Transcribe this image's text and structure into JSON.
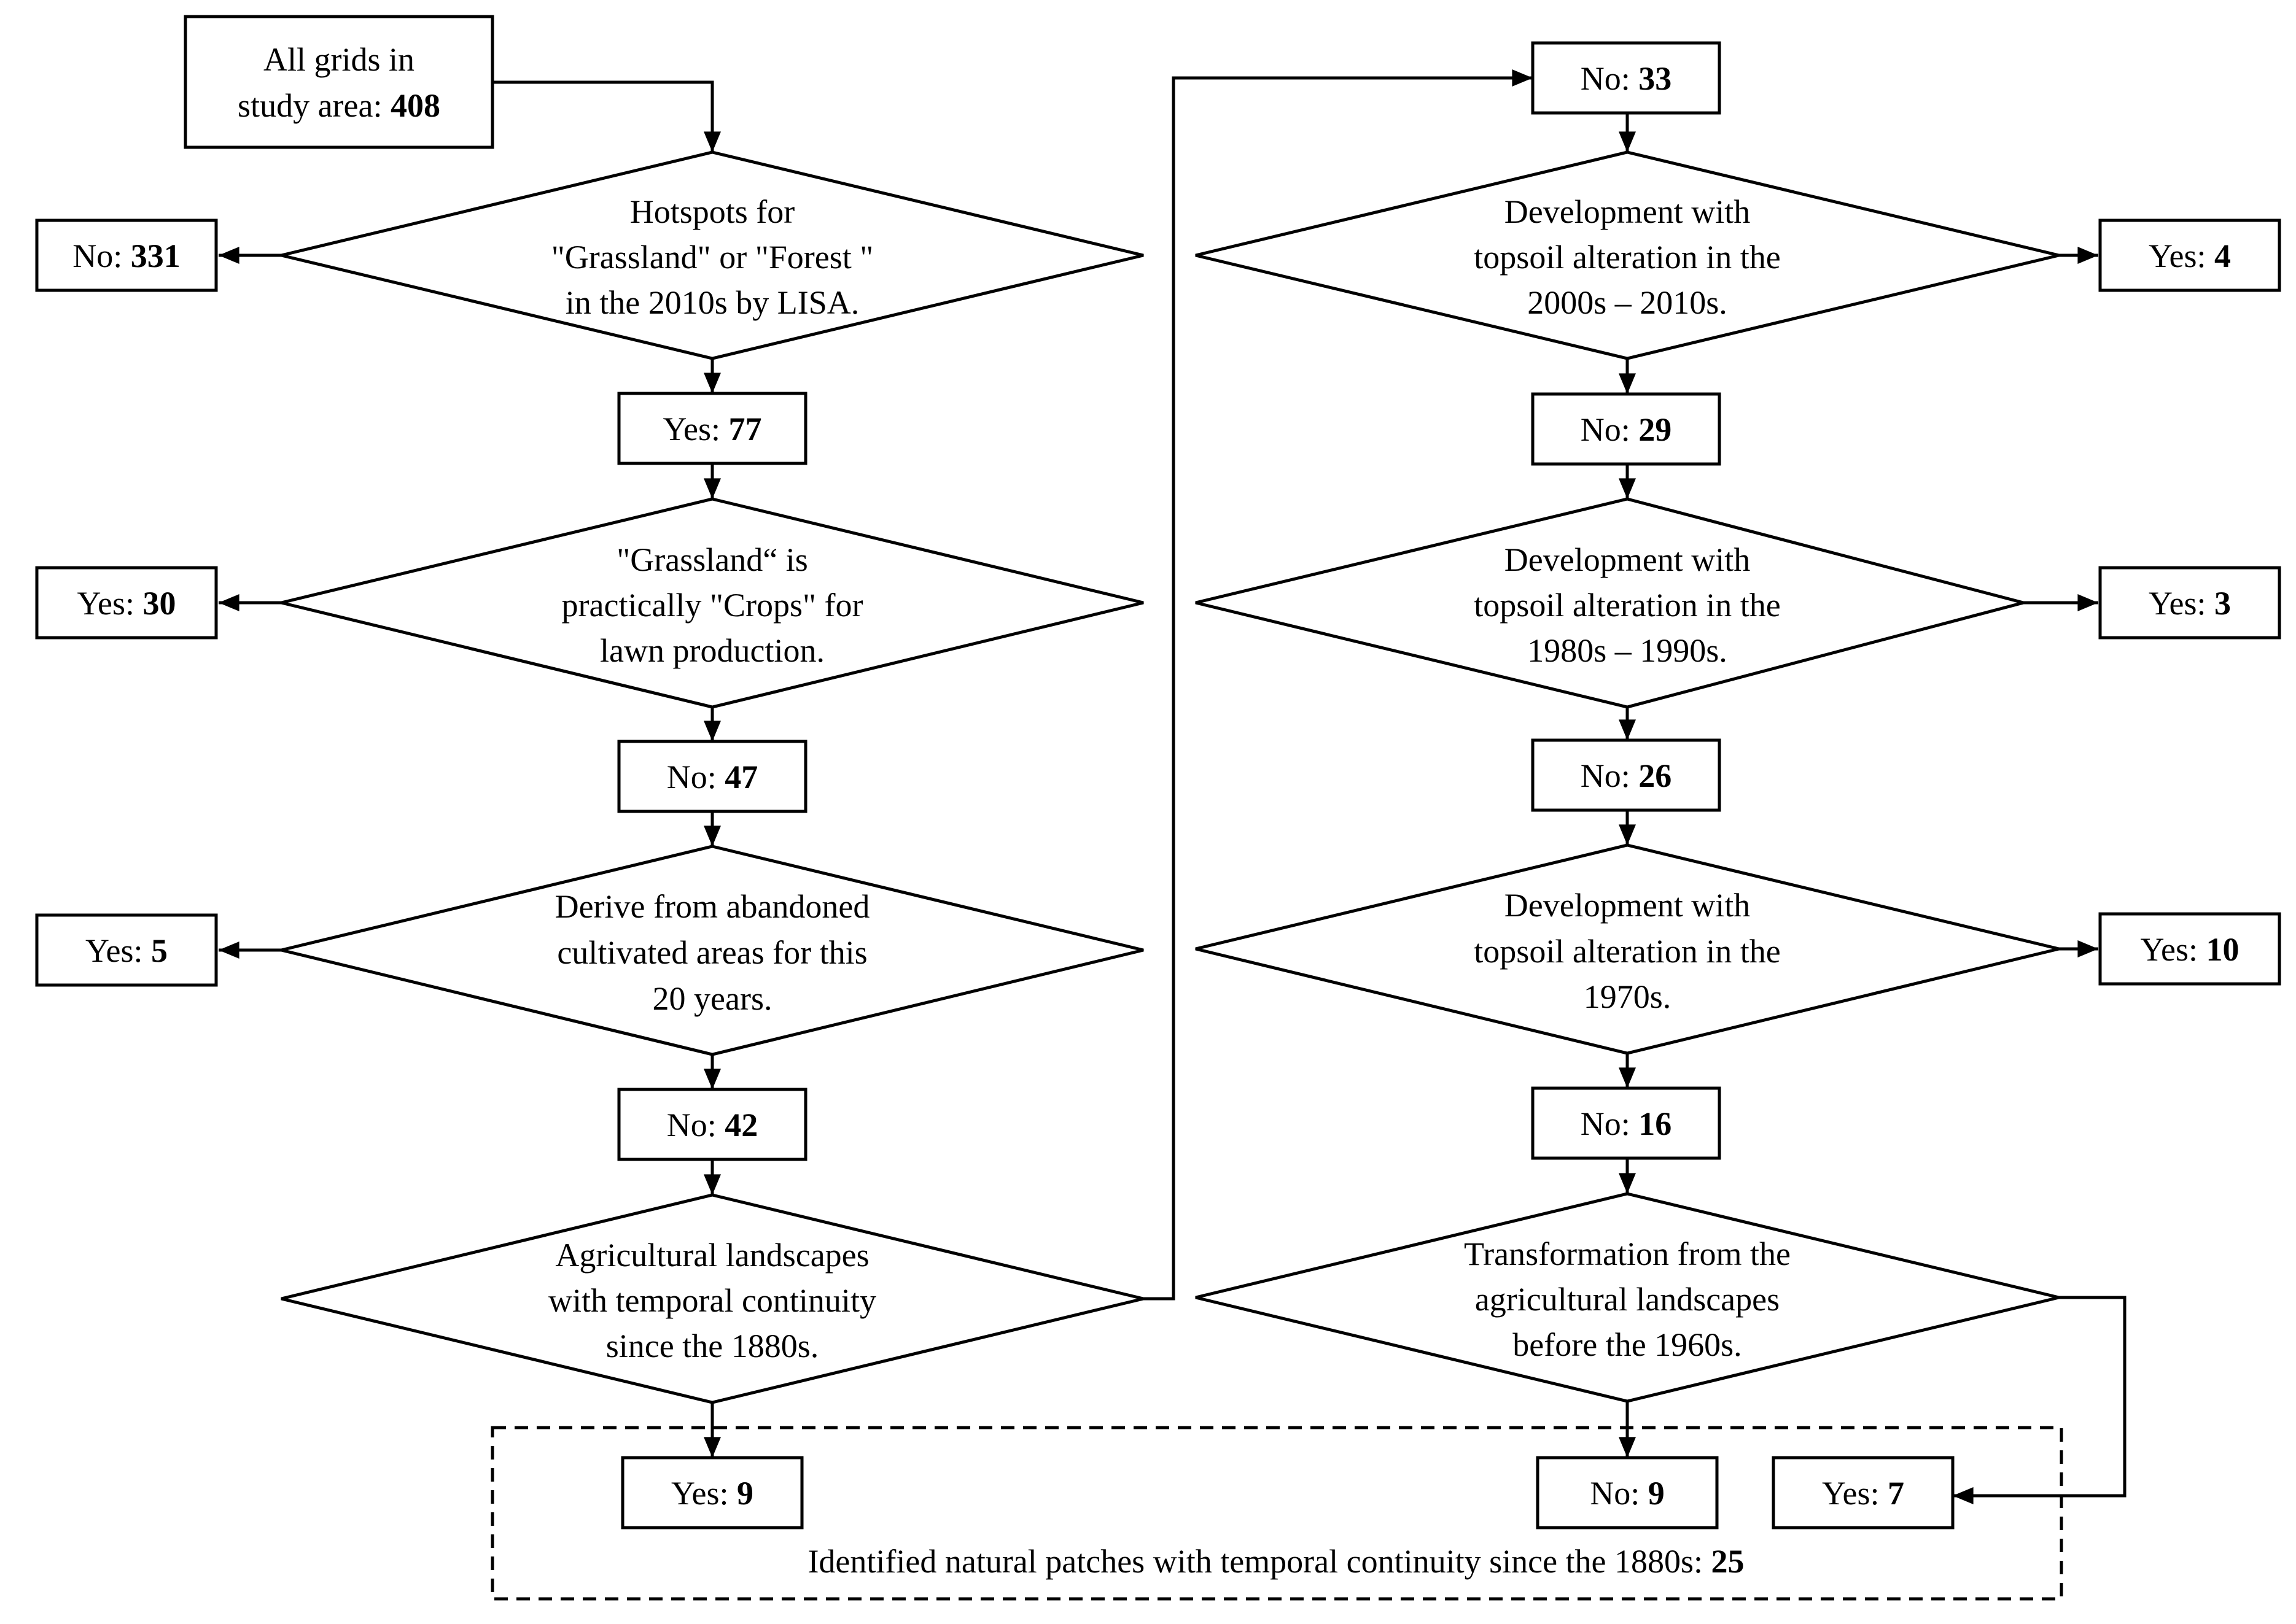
{
  "nodes": {
    "start": {
      "lines": [
        "All grids in",
        "study area: "
      ],
      "count": "408"
    },
    "d1": {
      "lines": [
        "Hotspots for",
        "\"Grassland\" or \"Forest \"",
        "in the 2010s by LISA."
      ]
    },
    "d1_no": {
      "label": "No: ",
      "count": "331"
    },
    "d1_yes": {
      "label": "Yes: ",
      "count": "77"
    },
    "d2": {
      "lines": [
        "\"Grassland“ is",
        "practically \"Crops\" for",
        "lawn production."
      ]
    },
    "d2_yes": {
      "label": "Yes: ",
      "count": "30"
    },
    "d2_no": {
      "label": "No: ",
      "count": "47"
    },
    "d3": {
      "lines": [
        "Derive from abandoned",
        "cultivated areas for this",
        "20 years."
      ]
    },
    "d3_yes": {
      "label": "Yes: ",
      "count": "5"
    },
    "d3_no": {
      "label": "No: ",
      "count": "42"
    },
    "d4": {
      "lines": [
        "Agricultural landscapes",
        "with temporal continuity",
        "since the 1880s."
      ]
    },
    "d4_yes": {
      "label": "Yes: ",
      "count": "9"
    },
    "d4_no": {
      "label": "No: ",
      "count": "33"
    },
    "d5": {
      "lines": [
        "Development with",
        "topsoil alteration  in the",
        "2000s – 2010s."
      ]
    },
    "d5_yes": {
      "label": "Yes: ",
      "count": "4"
    },
    "d5_no": {
      "label": "No: ",
      "count": "29"
    },
    "d6": {
      "lines": [
        "Development with",
        "topsoil alteration in the",
        "1980s – 1990s."
      ]
    },
    "d6_yes": {
      "label": "Yes: ",
      "count": "3"
    },
    "d6_no": {
      "label": "No: ",
      "count": "26"
    },
    "d7": {
      "lines": [
        "Development with",
        "topsoil alteration in the",
        "1970s."
      ]
    },
    "d7_yes": {
      "label": "Yes: ",
      "count": "10"
    },
    "d7_no": {
      "label": "No: ",
      "count": "16"
    },
    "d8": {
      "lines": [
        "Transformation from the",
        "agricultural landscapes",
        "before the 1960s."
      ]
    },
    "d8_no": {
      "label": "No: ",
      "count": "9"
    },
    "d8_yes": {
      "label": "Yes: ",
      "count": "7"
    }
  },
  "summary": {
    "label": "Identified natural patches with temporal continuity since the 1880s: ",
    "count": "25"
  }
}
